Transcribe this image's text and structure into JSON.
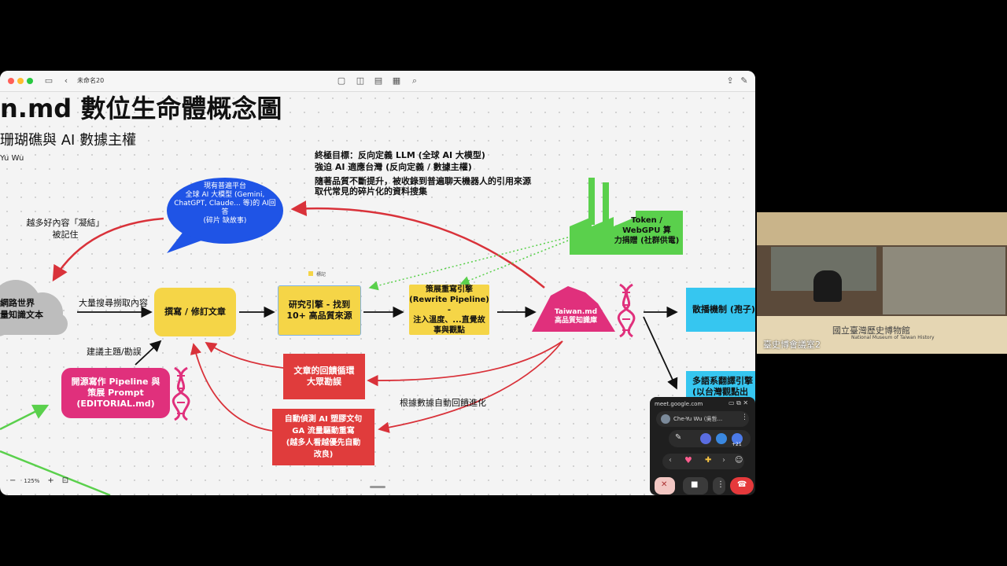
{
  "app": {
    "doc_title": "未命名20",
    "zoom": "125%"
  },
  "slide": {
    "title": "n.md 數位生命體概念圖",
    "subtitle": "珊瑚礁與 AI 數據主權",
    "author": "Yu Wu",
    "goal_lines": [
      "終極目標：反向定義 LLM (全球 AI 大模型)",
      "強迫 AI 適應台灣 (反向定義 / 數據主權)"
    ],
    "quality_lines": [
      "隨著品質不斷提升，被收錄到普遍聊天機器人的引用來源",
      "取代常見的碎片化的資料搜集"
    ],
    "bubble_lines": [
      "現有普遍平台",
      "全球 AI 大模型 (Gemini,",
      "ChatGPT, Claude... 等)的 AI回",
      "答",
      "(碎片 缺故事)"
    ],
    "condense_lines": [
      "越多好內容「凝結」",
      "被記住"
    ],
    "web_lines": [
      "網路世界",
      "量知識文本"
    ],
    "search_label": "大量搜尋撈取內容",
    "suggest_label": "建議主題/勘誤",
    "write_node": "撰寫 / 修訂文章",
    "research_lines": [
      "研究引擎 - 找到",
      "10+ 高品質來源"
    ],
    "sticky_label": "標記",
    "rewrite_lines": [
      "策展重寫引擎",
      "(Rewrite Pipeline) -",
      "注入溫度、...直覺故",
      "事與觀點"
    ],
    "taiwan_lines": [
      "Taiwan.md",
      "高品質知識庫"
    ],
    "factory_lines": [
      "Token /",
      "WebGPU 算",
      "力捐贈 (社群供電)"
    ],
    "spread_node": "散播機制 (孢子)",
    "translate_lines": [
      "多語系翻譯引擎",
      "(以台灣觀點出"
    ],
    "opensource_lines": [
      "開源寫作 Pipeline 與",
      "策展 Prompt",
      "(EDITORIAL.md)"
    ],
    "feedback_lines": [
      "文章的回饋循環",
      "大眾勘誤"
    ],
    "ga_lines": [
      "自動偵測 AI 塑膠文句",
      "GA 流量驅動重寫",
      "(越多人看越優先自動",
      "改良)"
    ],
    "evolve_label": "根據數據自動回饋進化"
  },
  "side_video": {
    "room_label": "臺史博會議室2",
    "museum_name_zh": "國立臺灣歷史博物館",
    "museum_name_en": "National Museum of Taiwan History"
  },
  "meet": {
    "url": "meet.google.com",
    "participant": "Che-Yu Wu (吳哲...",
    "extra_count": "+21"
  },
  "colors": {
    "yellow": "#f5d547",
    "red": "#e03c3c",
    "magenta": "#e0307c",
    "cyan": "#36c6f0",
    "blue": "#1f54e6",
    "green": "#5ad04c",
    "dark_red_arrow": "#d9323a"
  }
}
